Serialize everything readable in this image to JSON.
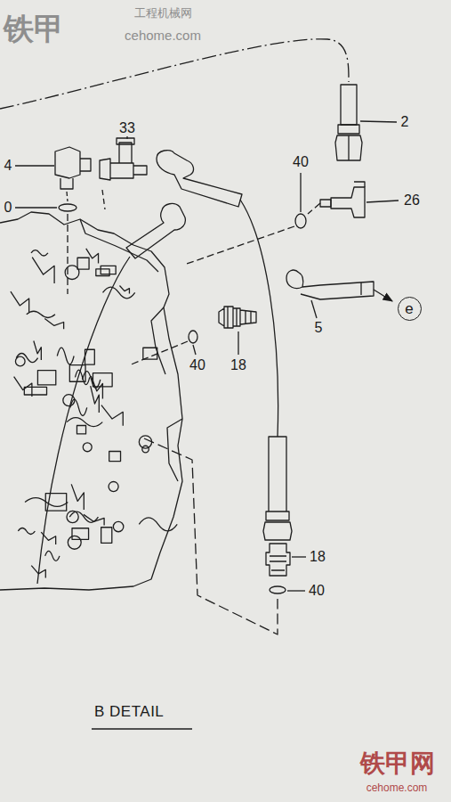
{
  "diagram": {
    "title": "B DETAIL",
    "nodes": [
      {
        "text": [
          "e"
        ]
      }
    ],
    "labels": [
      "铁甲",
      "工程机械网",
      "cehome.com",
      "33",
      "2",
      "4",
      "40",
      "26",
      "0",
      "5",
      "40",
      "18",
      "18",
      "40",
      "铁甲网",
      "cehome.com"
    ]
  }
}
